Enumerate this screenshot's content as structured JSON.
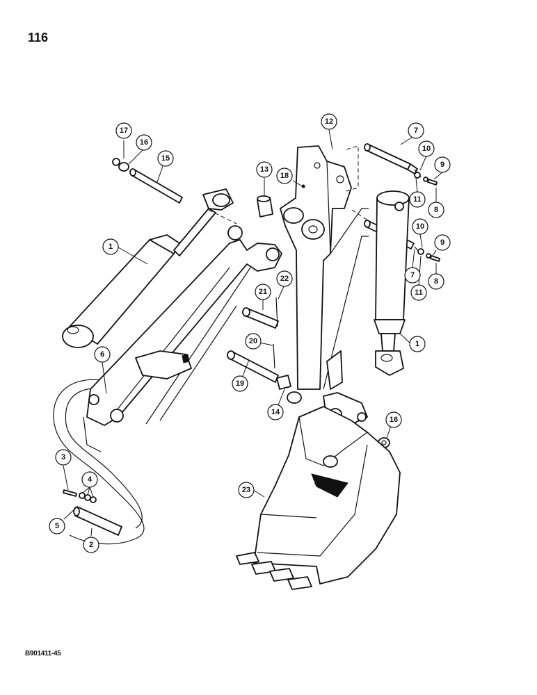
{
  "page": {
    "number": "116",
    "footer_code": "B901411-45"
  },
  "callouts": [
    {
      "id": "c17",
      "label": "17"
    },
    {
      "id": "c16a",
      "label": "16"
    },
    {
      "id": "c15",
      "label": "15"
    },
    {
      "id": "c1a",
      "label": "1"
    },
    {
      "id": "c6",
      "label": "6"
    },
    {
      "id": "c3",
      "label": "3"
    },
    {
      "id": "c4",
      "label": "4"
    },
    {
      "id": "c5",
      "label": "5"
    },
    {
      "id": "c2",
      "label": "2"
    },
    {
      "id": "c12",
      "label": "12"
    },
    {
      "id": "c13",
      "label": "13"
    },
    {
      "id": "c18",
      "label": "18"
    },
    {
      "id": "c7a",
      "label": "7"
    },
    {
      "id": "c10a",
      "label": "10"
    },
    {
      "id": "c9a",
      "label": "9"
    },
    {
      "id": "c11a",
      "label": "11"
    },
    {
      "id": "c8a",
      "label": "8"
    },
    {
      "id": "c10b",
      "label": "10"
    },
    {
      "id": "c9b",
      "label": "9"
    },
    {
      "id": "c7b",
      "label": "7"
    },
    {
      "id": "c11b",
      "label": "11"
    },
    {
      "id": "c8b",
      "label": "8"
    },
    {
      "id": "c21",
      "label": "21"
    },
    {
      "id": "c22",
      "label": "22"
    },
    {
      "id": "c1b",
      "label": "1"
    },
    {
      "id": "c20",
      "label": "20"
    },
    {
      "id": "c19",
      "label": "19"
    },
    {
      "id": "c14",
      "label": "14"
    },
    {
      "id": "c16b",
      "label": "16"
    },
    {
      "id": "c23",
      "label": "23"
    }
  ]
}
